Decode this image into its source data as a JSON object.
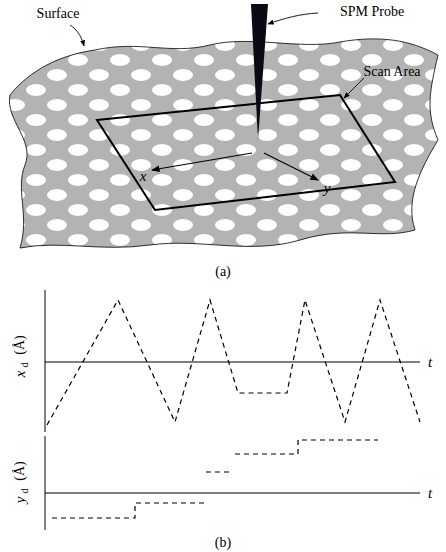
{
  "diagram": {
    "labels": [
      "Surface",
      "SPM Probe",
      "Scan Area",
      "x",
      "y",
      "(a)",
      "x",
      "d",
      "(Å)",
      "t",
      "y",
      "d",
      "(Å)",
      "t",
      "(b)"
    ]
  }
}
